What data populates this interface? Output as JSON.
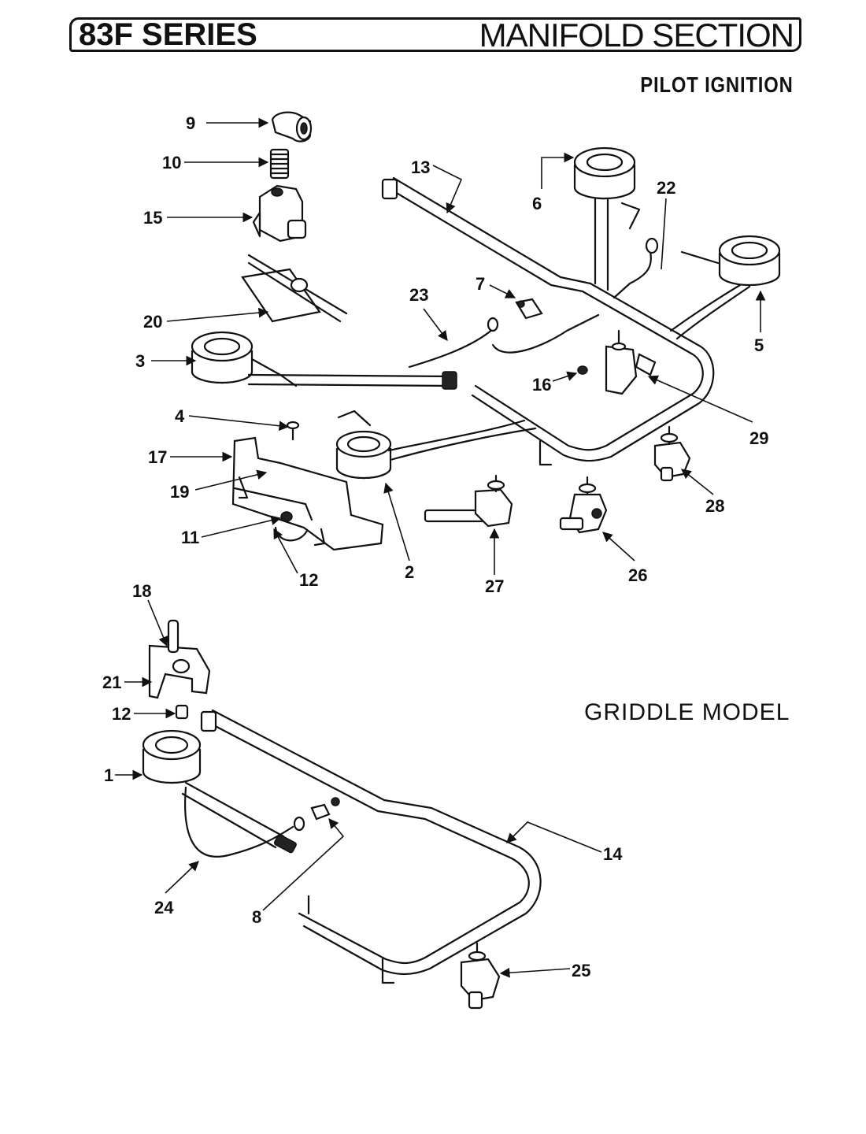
{
  "header": {
    "series": "83F SERIES",
    "section": "MANIFOLD SECTION",
    "subtitle": "PILOT IGNITION"
  },
  "griddle_label": "GRIDDLE MODEL",
  "callouts": {
    "c1": "1",
    "c2": "2",
    "c3": "3",
    "c4": "4",
    "c5": "5",
    "c6": "6",
    "c7": "7",
    "c8": "8",
    "c9": "9",
    "c10": "10",
    "c11": "11",
    "c12a": "12",
    "c12b": "12",
    "c13": "13",
    "c14": "14",
    "c15": "15",
    "c16": "16",
    "c17": "17",
    "c18": "18",
    "c19": "19",
    "c20": "20",
    "c21": "21",
    "c22": "22",
    "c23": "23",
    "c24": "24",
    "c25": "25",
    "c26": "26",
    "c27": "27",
    "c28": "28",
    "c29": "29"
  }
}
